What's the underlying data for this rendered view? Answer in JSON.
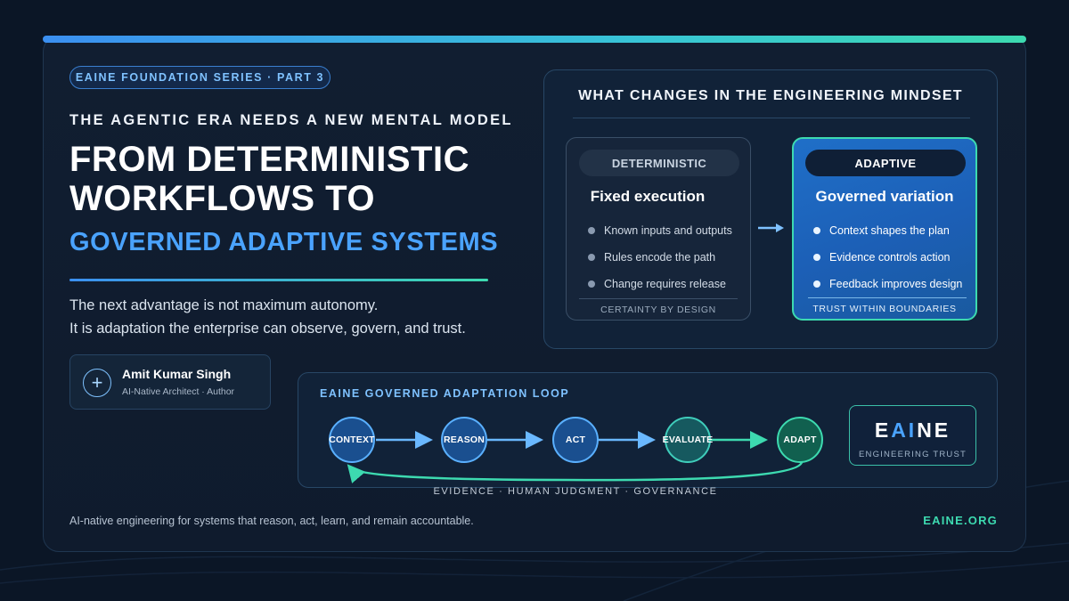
{
  "header": {
    "series_label": "EAINE FOUNDATION SERIES · PART 3",
    "eyebrow": "THE AGENTIC ERA NEEDS A NEW MENTAL MODEL",
    "headline_line1": "FROM DETERMINISTIC",
    "headline_line2": "WORKFLOWS TO",
    "headline_accent": "GOVERNED ADAPTIVE SYSTEMS",
    "body_line1": "The next advantage is not maximum autonomy.",
    "body_line2": "It is adaptation the enterprise can observe, govern, and trust."
  },
  "author": {
    "icon": "plus-icon",
    "name": "Amit Kumar Singh",
    "role": "AI-Native Architect · Author"
  },
  "mindset": {
    "title": "WHAT CHANGES IN THE ENGINEERING MINDSET",
    "deterministic": {
      "label": "DETERMINISTIC",
      "heading": "Fixed execution",
      "bullets": [
        "Known inputs and outputs",
        "Rules encode the path",
        "Change requires release"
      ],
      "footer": "CERTAINTY BY DESIGN"
    },
    "adaptive": {
      "label": "ADAPTIVE",
      "heading": "Governed variation",
      "bullets": [
        "Context shapes the plan",
        "Evidence controls action",
        "Feedback improves design"
      ],
      "footer": "TRUST WITHIN BOUNDARIES"
    }
  },
  "loop": {
    "title": "EAINE GOVERNED ADAPTATION LOOP",
    "nodes": [
      "CONTEXT",
      "REASON",
      "ACT",
      "EVALUATE",
      "ADAPT"
    ],
    "caption": "EVIDENCE · HUMAN JUDGMENT · GOVERNANCE"
  },
  "brand": {
    "word_part1": "E",
    "word_part2": "AI",
    "word_part3": "NE",
    "subtitle": "ENGINEERING TRUST"
  },
  "footer": {
    "tagline": "AI-native engineering for systems that reason, act, learn, and remain accountable.",
    "url": "EAINE.ORG"
  },
  "colors": {
    "background": "#0b1626",
    "accent_blue": "#4aa3ff",
    "accent_teal": "#3ddab0",
    "adaptive_fill": "#1f6fc8"
  }
}
